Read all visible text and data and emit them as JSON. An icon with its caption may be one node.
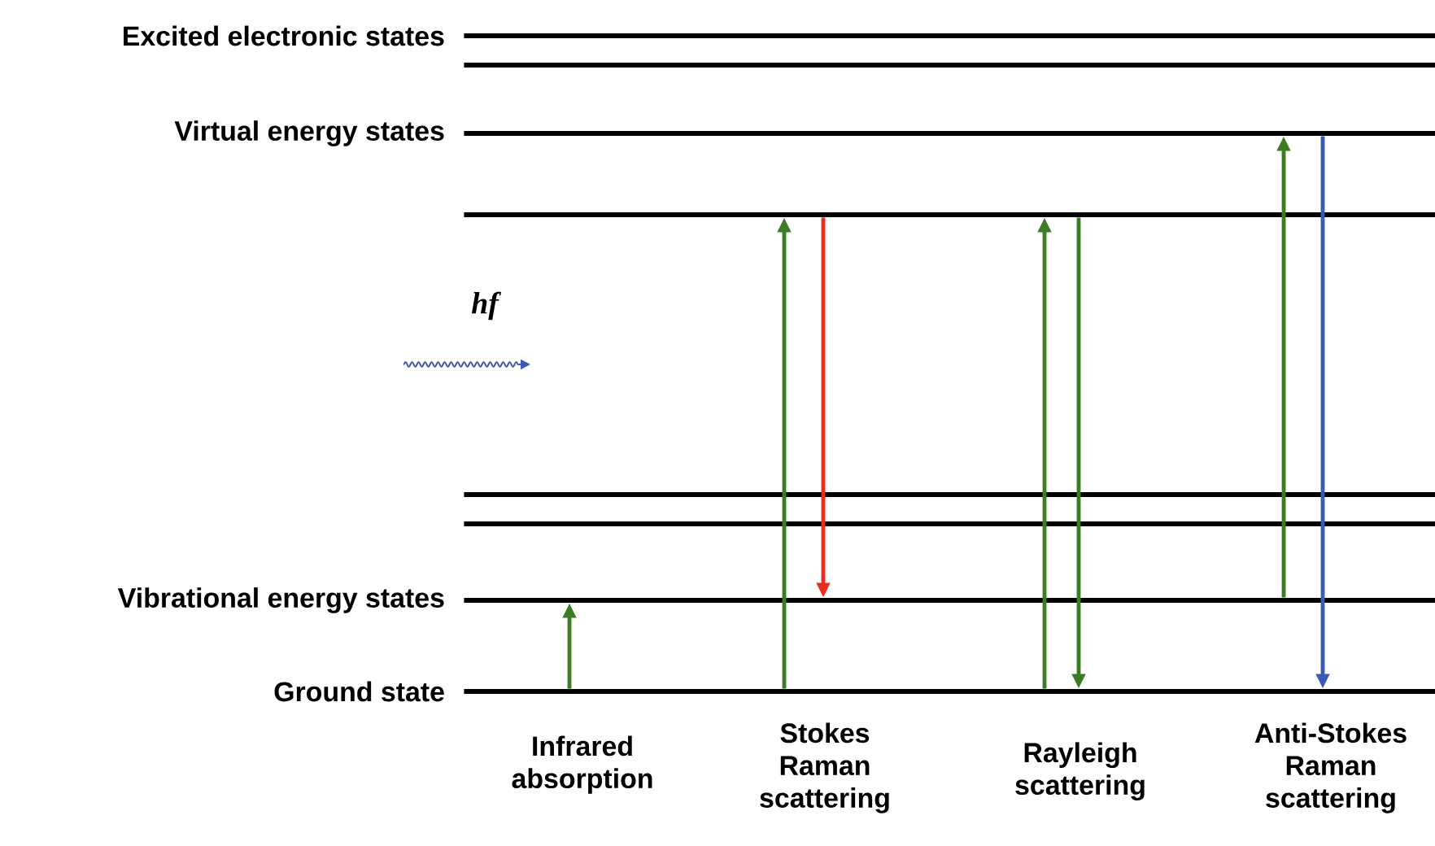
{
  "diagram": {
    "nodes": [
      {
        "text": [
          "Excited electronic states"
        ]
      },
      {
        "text": [],
        "shape": "bar"
      },
      {
        "text": [
          "Virtual energy states"
        ]
      },
      {
        "text": [],
        "shape": "bar"
      },
      {
        "text": [],
        "shape": "bar"
      },
      {
        "text": [],
        "shape": "bar"
      },
      {
        "text": [
          "Vibrational energy states"
        ]
      },
      {
        "text": [
          "Ground state"
        ]
      }
    ],
    "edges": [
      {
        "from": 7,
        "to": 6,
        "arrow": "to"
      },
      {
        "from": 7,
        "to": 3,
        "arrow": "to"
      },
      {
        "from": 3,
        "to": 6,
        "arrow": "to",
        "color": "#ee2b1f"
      },
      {
        "from": 7,
        "to": 3,
        "arrow": "to"
      },
      {
        "from": 3,
        "to": 7,
        "arrow": "to"
      },
      {
        "from": 6,
        "to": 2,
        "arrow": "to"
      },
      {
        "from": 2,
        "to": 7,
        "arrow": "to",
        "color": "#3a5bb5"
      }
    ],
    "labels": [
      "hf",
      "Infrared absorption",
      "Stokes Raman scattering",
      "Rayleigh scattering",
      "Anti-Stokes Raman scattering"
    ]
  }
}
